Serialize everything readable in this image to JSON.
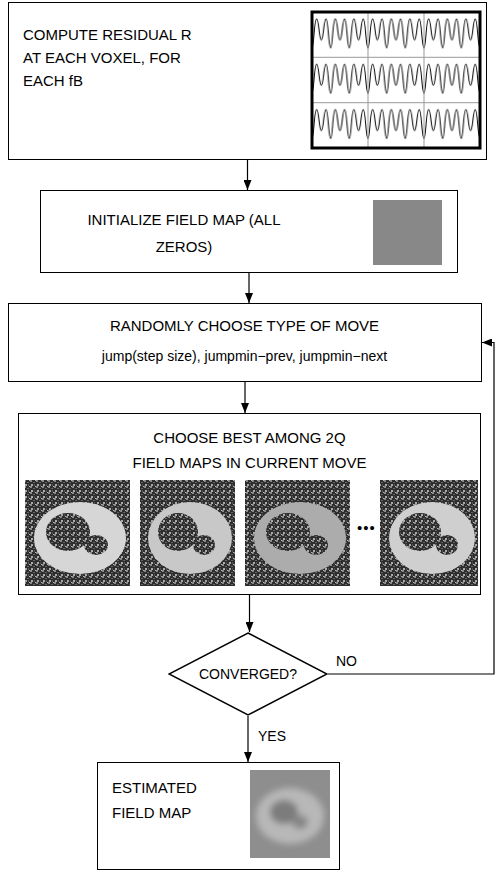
{
  "diagram": {
    "nodes": [
      {
        "text": [
          "COMPUTE RESIDUAL R AT EACH VOXEL, FOR EACH fB"
        ]
      },
      {
        "text": [
          "INITIALIZE FIELD MAP (ALL ZEROS)"
        ]
      },
      {
        "text": [
          "RANDOMLY CHOOSE TYPE OF MOVE",
          "jump(step size), jumpmin−prev, jumpmin−next"
        ]
      },
      {
        "text": [
          "CHOOSE BEST AMONG 2Q FIELD MAPS IN CURRENT MOVE"
        ]
      },
      {
        "text": [
          "CONVERGED?"
        ]
      },
      {
        "text": [
          "ESTIMATED FIELD MAP"
        ]
      }
    ],
    "edges": [
      {
        "from": 0,
        "to": 1,
        "arrow": "to"
      },
      {
        "from": 1,
        "to": 2,
        "arrow": "to"
      },
      {
        "from": 2,
        "to": 3,
        "arrow": "to"
      },
      {
        "from": 3,
        "to": 4,
        "arrow": "to"
      },
      {
        "from": 4,
        "to": 2,
        "label": "NO",
        "arrow": "to"
      },
      {
        "from": 4,
        "to": 5,
        "label": "YES",
        "arrow": "to"
      }
    ],
    "labels": [
      "•••"
    ]
  }
}
